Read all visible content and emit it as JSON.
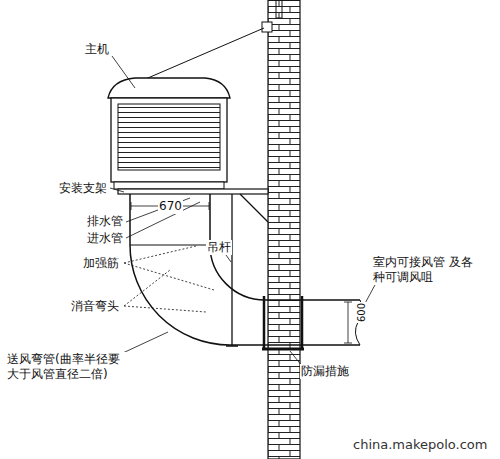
{
  "diagram": {
    "labels": [
      "主机",
      "安装支架",
      "670",
      "排水管",
      "进水管",
      "加强筋",
      "消音弯头",
      "送风弯管(曲率半径要 大于风管直径二倍)",
      "吊杆",
      "室内可接风管 及各种可调风咀",
      "防漏措施",
      "600",
      "china.makepolo.com"
    ]
  }
}
